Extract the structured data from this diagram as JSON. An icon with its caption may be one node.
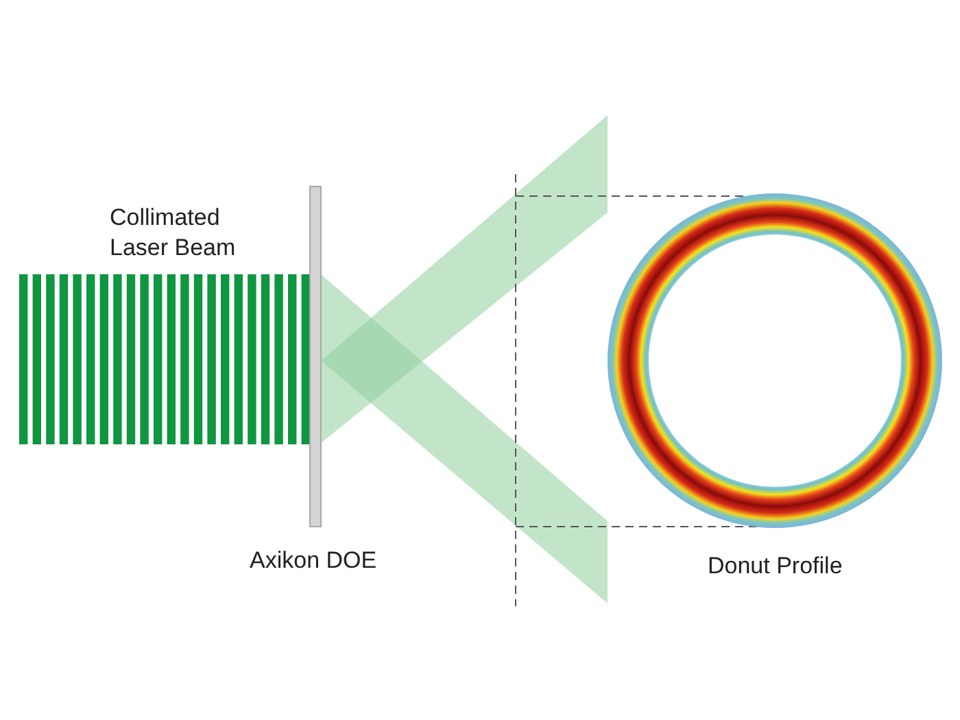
{
  "diagram": {
    "labels": [
      "Collimated Laser Beam",
      "Axikon DOE",
      "Donut Profile"
    ]
  }
}
